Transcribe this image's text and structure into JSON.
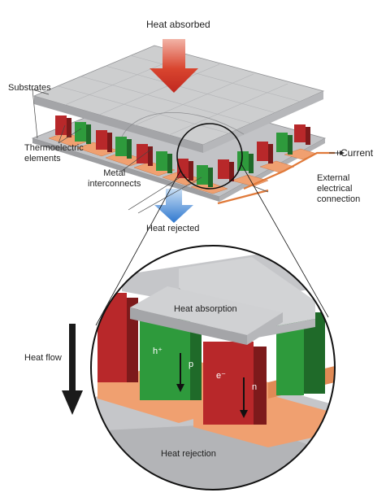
{
  "labels": {
    "heat_absorbed": "Heat absorbed",
    "substrates": "Substrates",
    "thermoelectric_elements": "Thermoelectric\nelements",
    "metal_interconnects": "Metal\ninterconnects",
    "current": "+Current",
    "external_connection": "External\nelectrical\nconnection",
    "heat_rejected": "Heat rejected",
    "heat_absorption": "Heat absorption",
    "heat_flow": "Heat flow",
    "heat_rejection": "Heat rejection",
    "hole_carrier": "h⁺",
    "p_type": "p",
    "electron_carrier": "e⁻",
    "n_type": "n"
  },
  "colors": {
    "substrate": "#c9cacc",
    "substrate_dark": "#9a9b9e",
    "p_element": "#2e9a3c",
    "n_element": "#b8282a",
    "interconnect": "#f0a070",
    "heat_in_arrow": "#d03028",
    "heat_out_arrow": "#3a7fd0",
    "flow_arrow": "#1a1a1a"
  }
}
